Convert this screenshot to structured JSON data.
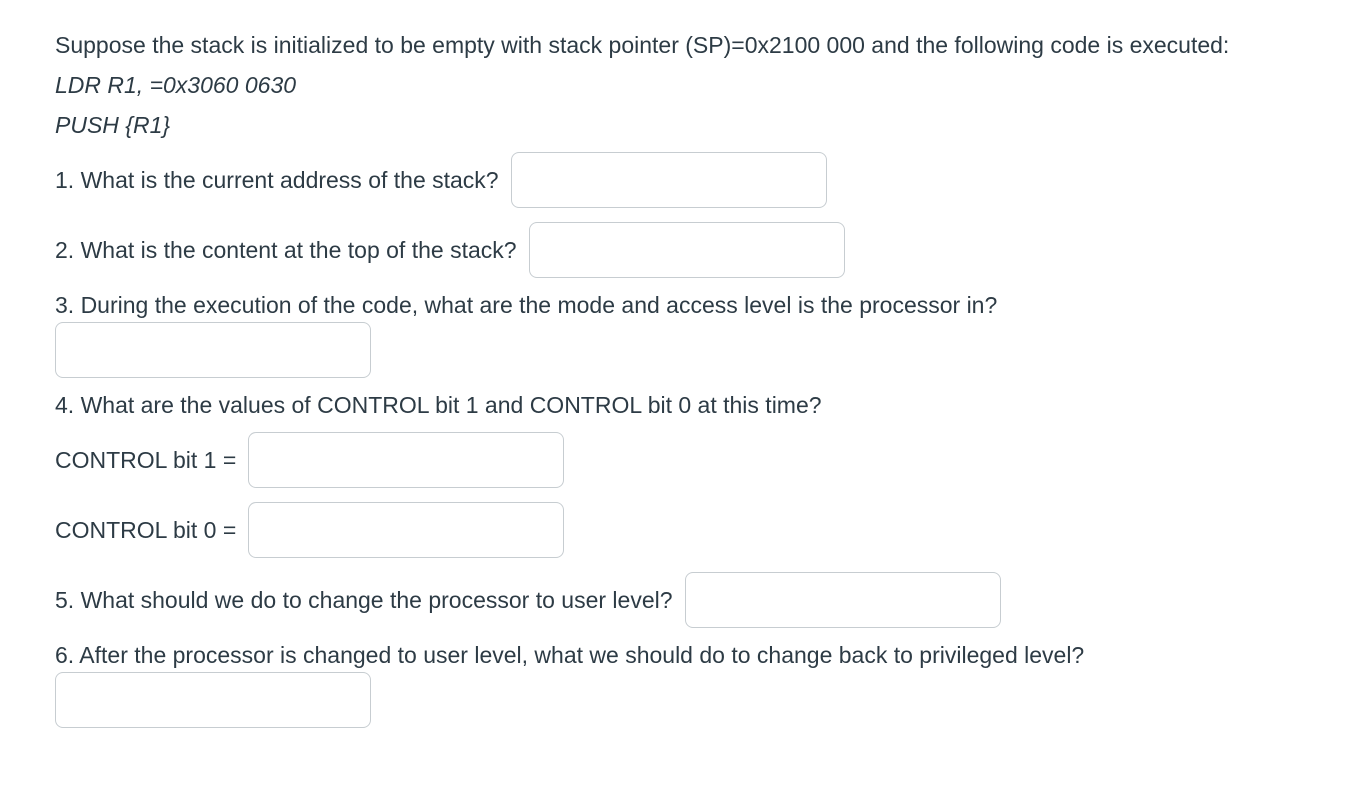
{
  "theme": {
    "background": "#ffffff",
    "text_color": "#2d3b45",
    "input_border_color": "#c7cdd1",
    "input_background": "#ffffff"
  },
  "intro": {
    "text": "Suppose the stack is initialized to be empty with stack pointer (SP)=0x2100 000 and the following code is executed:",
    "code_lines": [
      "LDR R1, =0x3060 0630",
      "PUSH {R1}"
    ]
  },
  "questions": [
    {
      "text": "1. What is the current address of the stack?",
      "answer": {
        "value": "",
        "placeholder": ""
      }
    },
    {
      "text": "2. What is the content at the top of the stack?",
      "answer": {
        "value": "",
        "placeholder": ""
      }
    },
    {
      "text": "3. During the execution of the code, what are the mode and access level is the processor in?",
      "answer": {
        "value": "",
        "placeholder": ""
      }
    },
    {
      "text": "4. What are the values of CONTROL bit 1 and CONTROL bit 0 at this time?",
      "sub_blanks": [
        {
          "label": "CONTROL bit 1 =",
          "answer": {
            "value": "",
            "placeholder": ""
          }
        },
        {
          "label": "CONTROL bit 0 =",
          "answer": {
            "value": "",
            "placeholder": ""
          }
        }
      ]
    },
    {
      "text": "5. What should we do to change the processor to user level?",
      "answer": {
        "value": "",
        "placeholder": ""
      }
    },
    {
      "text": "6. After the processor is changed to user level, what we should do to change back to privileged level?",
      "answer": {
        "value": "",
        "placeholder": ""
      }
    }
  ]
}
